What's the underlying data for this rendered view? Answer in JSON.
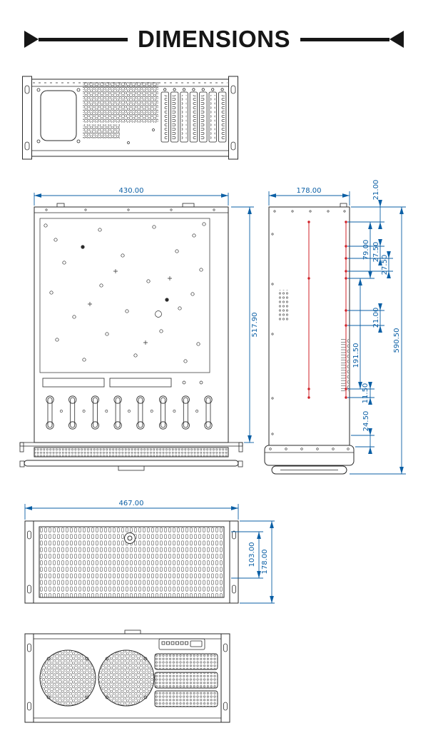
{
  "title": "DIMENSIONS",
  "colors": {
    "dimension_blue": "#0b5fa5",
    "highlight_red": "#cf2027"
  },
  "top_view": {
    "width": "430.00",
    "depth": "517.90"
  },
  "side_view": {
    "width": "178.00",
    "overall_length": "590.50",
    "top_hole_offset": "21.00",
    "slot_span": "79.00",
    "pitch_a": "27.50",
    "pitch_b": "27.50",
    "mid_offset": "21.00",
    "mid_span": "191.50",
    "small_gap": "11.50",
    "bottom_offset": "24.50"
  },
  "front_view": {
    "width": "467.00",
    "opening_height": "103.00",
    "height": "178.00"
  }
}
